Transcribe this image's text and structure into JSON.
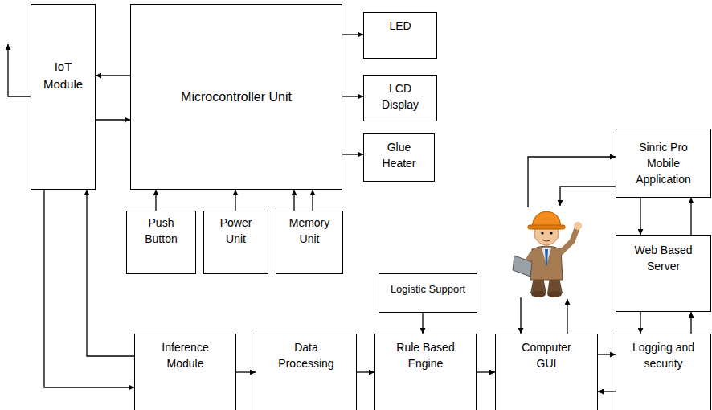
{
  "diagram": {
    "nodes": [
      {
        "text": [
          "IoT Module"
        ]
      },
      {
        "text": [
          "Microcontroller Unit"
        ]
      },
      {
        "text": [
          "LED"
        ]
      },
      {
        "text": [
          "LCD Display"
        ]
      },
      {
        "text": [
          "Glue Heater"
        ]
      },
      {
        "text": [
          "Push Button"
        ]
      },
      {
        "text": [
          "Power Unit"
        ]
      },
      {
        "text": [
          "Memory Unit"
        ]
      },
      {
        "text": [
          "Sinric Pro Mobile Application"
        ]
      },
      {
        "text": [
          "Web Based Server"
        ]
      },
      {
        "text": [
          "Logistic Support"
        ]
      },
      {
        "text": [
          "Inference Module"
        ]
      },
      {
        "text": [
          "Data Processing"
        ]
      },
      {
        "text": [
          "Rule Based Engine"
        ]
      },
      {
        "text": [
          "Computer GUI"
        ]
      },
      {
        "text": [
          "Logging and security"
        ]
      }
    ],
    "edges": [
      {
        "from": 1,
        "to": 0,
        "arrow": "to"
      },
      {
        "from": 0,
        "to": 1,
        "arrow": "to"
      },
      {
        "from": 1,
        "to": 2,
        "arrow": "to"
      },
      {
        "from": 1,
        "to": 3,
        "arrow": "to"
      },
      {
        "from": 1,
        "to": 4,
        "arrow": "to"
      },
      {
        "from": 5,
        "to": 1,
        "arrow": "to"
      },
      {
        "from": 6,
        "to": 1,
        "arrow": "to"
      },
      {
        "from": 7,
        "to": 1,
        "arrow": "to"
      },
      {
        "from": 7,
        "to": 1,
        "arrow": "to"
      },
      {
        "from": 0,
        "to": 11,
        "arrow": "to"
      },
      {
        "from": 11,
        "to": 0,
        "arrow": "to"
      },
      {
        "from": 11,
        "to": 12,
        "arrow": "to"
      },
      {
        "from": 12,
        "to": 13,
        "arrow": "to"
      },
      {
        "from": 10,
        "to": 13,
        "arrow": "to"
      },
      {
        "from": 13,
        "to": 14,
        "arrow": "to"
      },
      {
        "from": 14,
        "to": 15,
        "arrow": "to"
      },
      {
        "from": 15,
        "to": 14,
        "arrow": "to"
      },
      {
        "from": 9,
        "to": 15,
        "arrow": "to"
      },
      {
        "from": 15,
        "to": 9,
        "arrow": "to"
      },
      {
        "from": 8,
        "to": 9,
        "arrow": "to"
      },
      {
        "from": 9,
        "to": 8,
        "arrow": "to"
      }
    ]
  }
}
